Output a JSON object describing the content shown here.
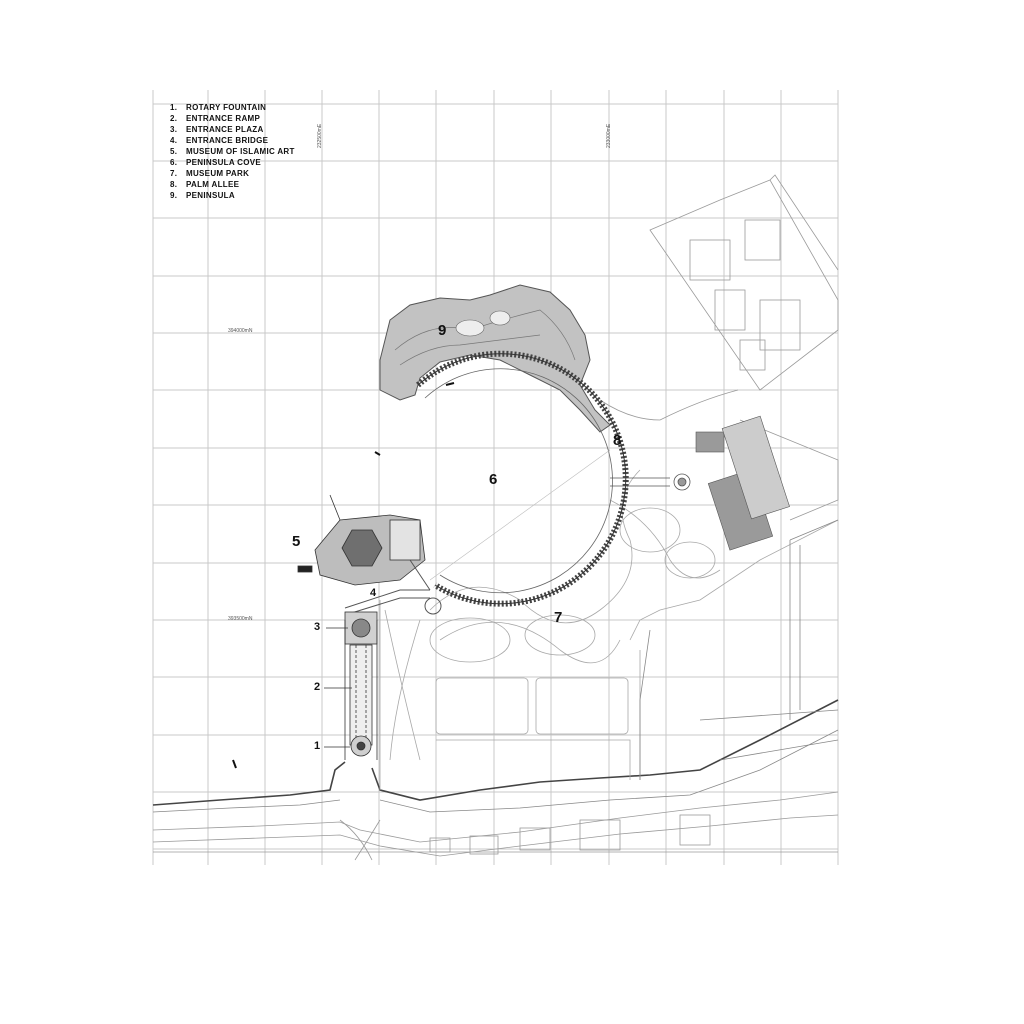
{
  "legend": [
    {
      "num": "1.",
      "label": "ROTARY FOUNTAIN"
    },
    {
      "num": "2.",
      "label": "ENTRANCE RAMP"
    },
    {
      "num": "3.",
      "label": "ENTRANCE PLAZA"
    },
    {
      "num": "4.",
      "label": "ENTRANCE BRIDGE"
    },
    {
      "num": "5.",
      "label": "MUSEUM OF ISLAMIC ART"
    },
    {
      "num": "6.",
      "label": "PENINSULA COVE"
    },
    {
      "num": "7.",
      "label": "MUSEUM PARK"
    },
    {
      "num": "8.",
      "label": "PALM ALLEE"
    },
    {
      "num": "9.",
      "label": "PENINSULA"
    }
  ],
  "callouts": {
    "c1": "1",
    "c2": "2",
    "c3": "3",
    "c4": "4",
    "c5": "5",
    "c6": "6",
    "c7": "7",
    "c8": "8",
    "c9": "9"
  },
  "grid_coords": {
    "e1": "232500mE",
    "e2": "233000mE",
    "n1": "394000mN",
    "n2": "393500mN"
  },
  "colors": {
    "grid": "#c4c4c4",
    "linework": "#555555",
    "peninsula_fill": "#b5b5b5",
    "building_fill": "#9a9a9a"
  }
}
